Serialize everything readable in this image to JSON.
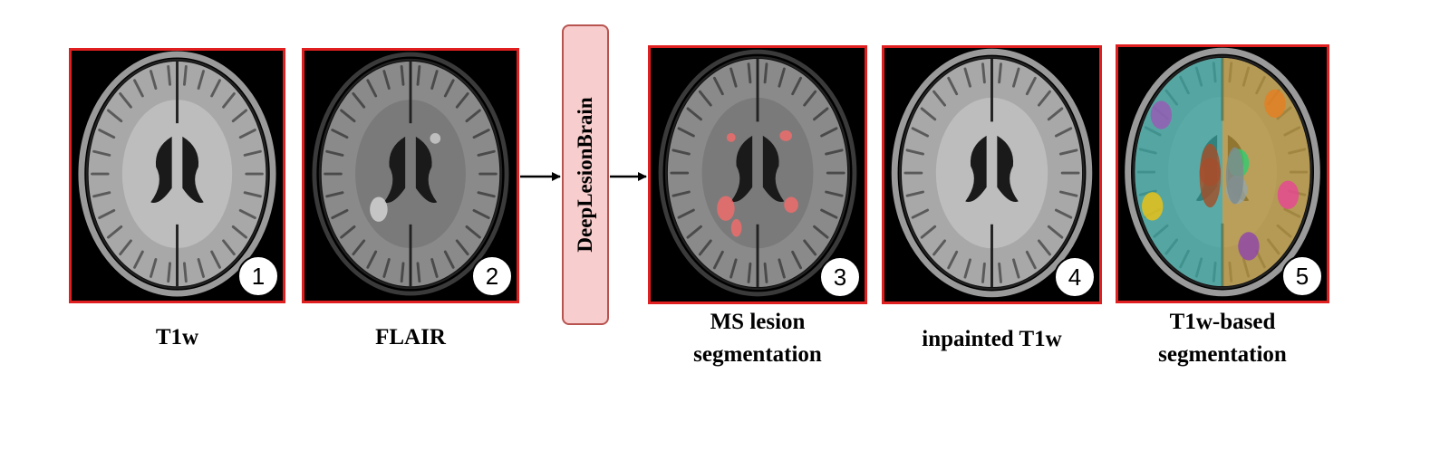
{
  "model": {
    "label": "DeepLesionBrain"
  },
  "panels": [
    {
      "id": "t1w",
      "badge": "1",
      "caption_lines": [
        "T1w"
      ],
      "style": "t1"
    },
    {
      "id": "flair",
      "badge": "2",
      "caption_lines": [
        "FLAIR"
      ],
      "style": "flair"
    },
    {
      "id": "lesion-seg",
      "badge": "3",
      "caption_lines": [
        "MS lesion",
        "segmentation"
      ],
      "style": "lesion"
    },
    {
      "id": "inpainted",
      "badge": "4",
      "caption_lines": [
        "inpainted T1w"
      ],
      "style": "t1"
    },
    {
      "id": "t1w-seg",
      "badge": "5",
      "caption_lines": [
        "T1w-based",
        "segmentation"
      ],
      "style": "seg"
    }
  ],
  "colors": {
    "panel_border": "#e02020",
    "model_fill": "#f8cdcd",
    "model_border": "#b85450",
    "lesion": "#ff6b6b"
  }
}
